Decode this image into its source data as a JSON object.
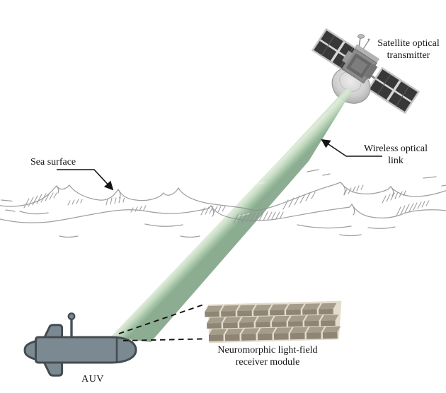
{
  "labels": {
    "satellite_line1": "Satellite optical",
    "satellite_line2": "transmitter",
    "link_line1": "Wireless optical",
    "link_line2": "link",
    "sea": "Sea surface",
    "receiver_line1": "Neuromorphic light-field",
    "receiver_line2": "receiver module",
    "auv": "AUV"
  },
  "colors": {
    "background": "#ffffff",
    "beam_edge": "#7fa386",
    "beam_mid": "#a8c7ab",
    "beam_center": "#dcead7",
    "wave_stroke": "#8f8f8f",
    "annotation": "#141414",
    "auv_fill": "#7b8a92",
    "auv_stroke": "#454c50",
    "solar_panel_dark": "#383838",
    "solar_panel_frame": "#c4c4c4",
    "satellite_body": "#8c8c8c",
    "dish_light": "#e6e6e6",
    "module_tile_top": "#a59c8c",
    "module_tile_front": "#8e8575",
    "module_base": "#e3dccd"
  },
  "receiver_module": {
    "rows": 3,
    "cols": 8
  }
}
